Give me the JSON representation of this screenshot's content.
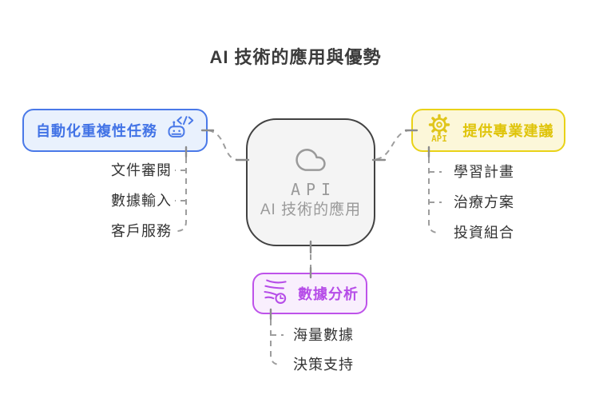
{
  "title": "AI 技術的應用與優勢",
  "center": {
    "api_label": "API",
    "label": "AI 技術的應用",
    "icon": "cloud-icon"
  },
  "branches": {
    "automation": {
      "label": "自動化重複性任務",
      "icon": "robot-code-icon",
      "color": "#4a79e8",
      "fill": "#e9f1fd",
      "items": [
        "文件審閱",
        "數據輸入",
        "客戶服務"
      ]
    },
    "advice": {
      "label": "提供專業建議",
      "icon": "gear-api-icon",
      "color": "#e9d218",
      "fill": "#fcf7d9",
      "items": [
        "學習計畫",
        "治療方案",
        "投資組合"
      ]
    },
    "analysis": {
      "label": "數據分析",
      "icon": "flow-clock-icon",
      "color": "#be53ea",
      "fill": "#f9effd",
      "items": [
        "海量數據",
        "決策支持"
      ]
    }
  },
  "colors": {
    "background": "#ffffff",
    "title_text": "#3b3b3b",
    "center_border": "#424242",
    "center_fill": "#f4f4f4",
    "center_text": "#9a9a9a",
    "leaf_text": "#333333",
    "connector": "#9d9d9d"
  }
}
